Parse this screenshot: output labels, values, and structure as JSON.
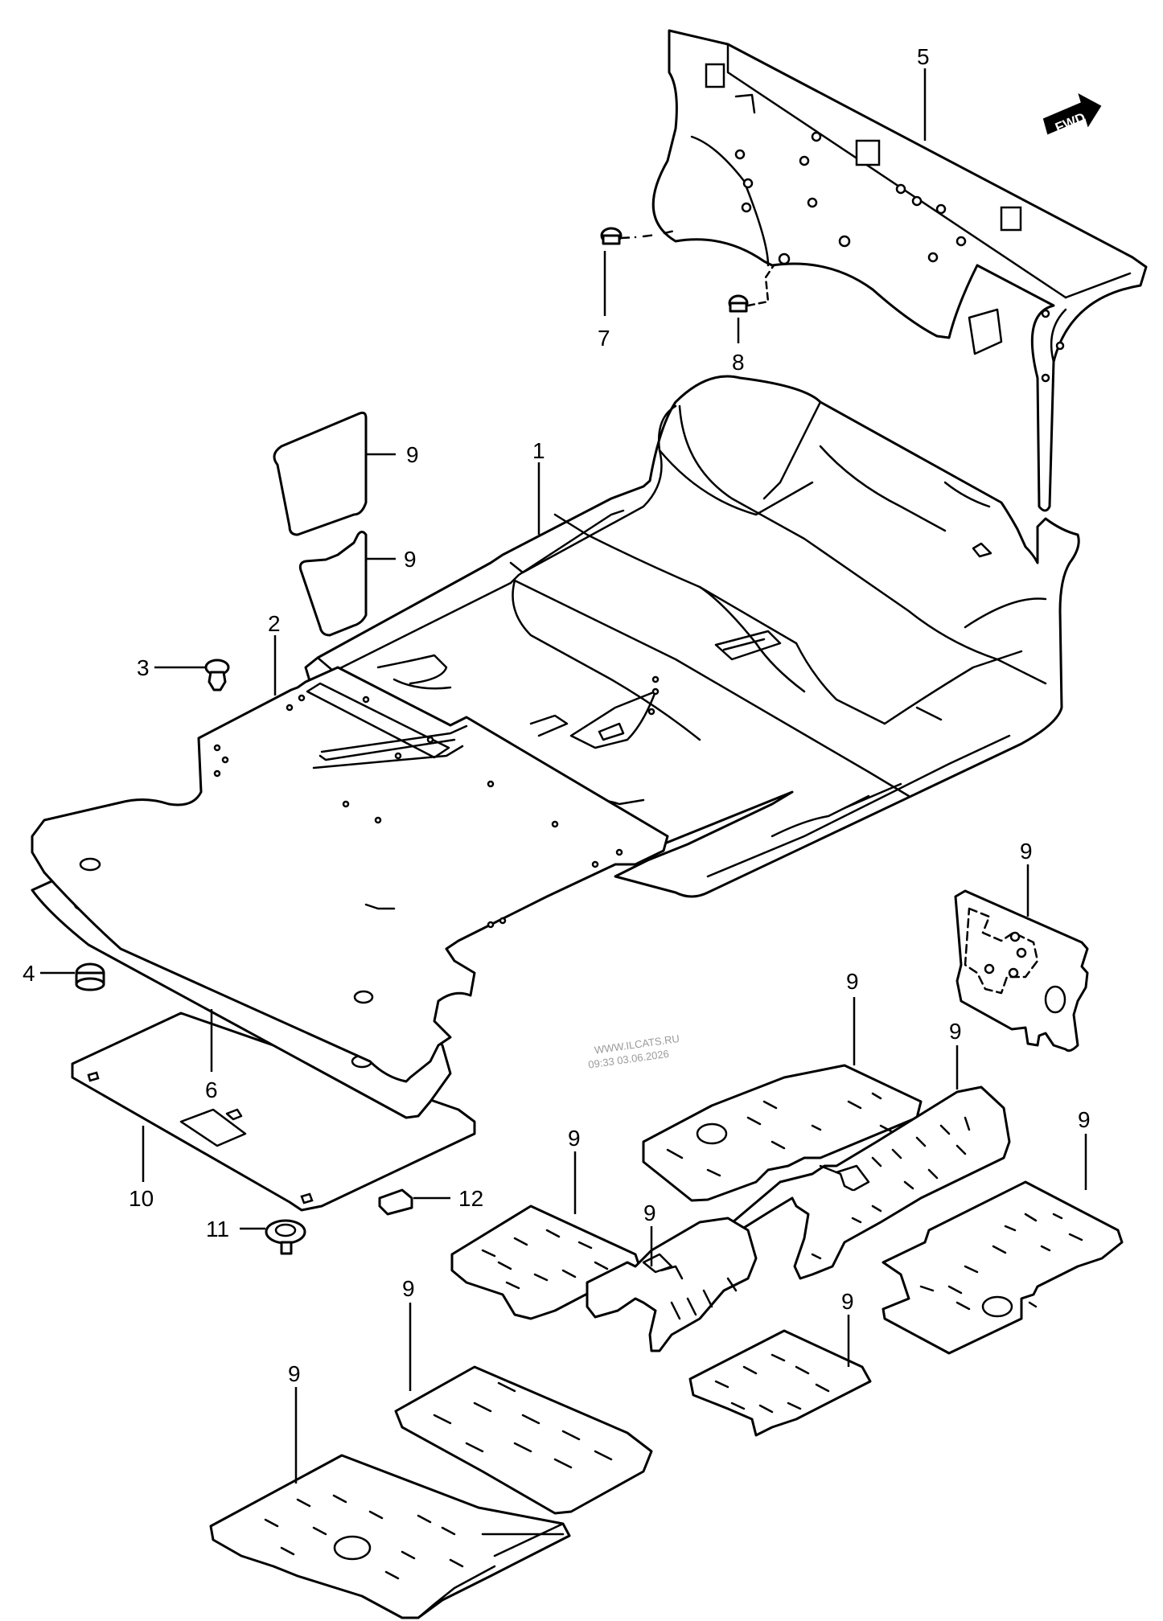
{
  "callouts": {
    "c1": "1",
    "c2": "2",
    "c3": "3",
    "c4": "4",
    "c5": "5",
    "c6": "6",
    "c7": "7",
    "c8": "8",
    "c9": "9",
    "c10": "10",
    "c11": "11",
    "c12": "12"
  },
  "fwd_label": "FWD",
  "watermark": {
    "line1": "WWW.ILCATS.RU",
    "line2": "09:33 03.06.2026"
  },
  "colors": {
    "line": "#000000",
    "background": "#ffffff",
    "watermark": "#9a9a9a"
  }
}
